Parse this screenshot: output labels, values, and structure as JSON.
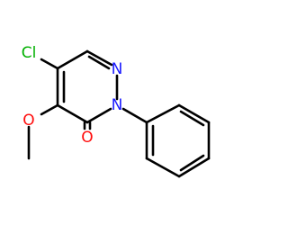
{
  "molecule": {
    "atoms": {
      "chlorine": {
        "label": "Cl",
        "color": "#00b000"
      },
      "nitrogen_1": {
        "label": "N",
        "color": "#1a1aff"
      },
      "nitrogen_2": {
        "label": "N",
        "color": "#1a1aff"
      },
      "oxygen_methoxy": {
        "label": "O",
        "color": "#ff0d0d"
      },
      "oxygen_carbonyl": {
        "label": "O",
        "color": "#ff0d0d"
      }
    },
    "bond_color": "#000000",
    "background_color": "#ffffff"
  }
}
